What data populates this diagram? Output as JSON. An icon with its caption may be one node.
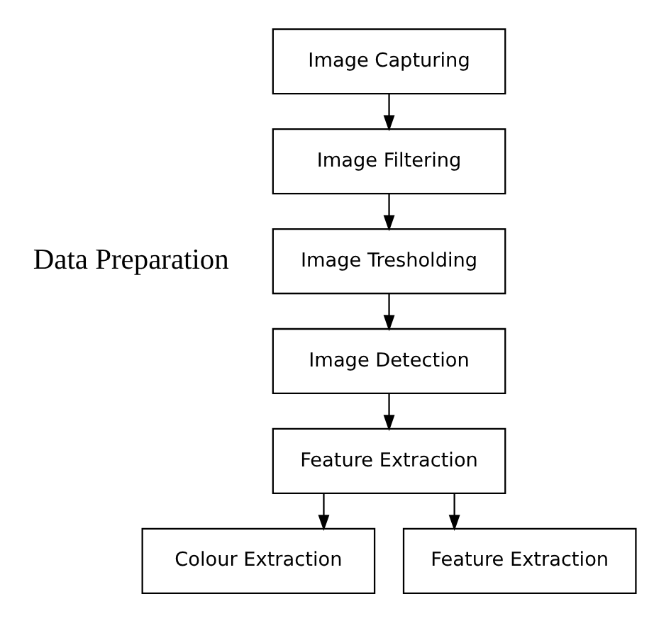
{
  "diagram": {
    "nodes": [
      {
        "text": [
          "Image Capturing"
        ]
      },
      {
        "text": [
          "Image Filtering"
        ]
      },
      {
        "text": [
          "Image Tresholding"
        ]
      },
      {
        "text": [
          "Image Detection"
        ]
      },
      {
        "text": [
          "Feature Extraction"
        ]
      },
      {
        "text": [
          "Colour Extraction"
        ]
      },
      {
        "text": [
          "Feature Extraction"
        ]
      }
    ],
    "edges": [
      {
        "from": 0,
        "to": 1,
        "arrow": "to"
      },
      {
        "from": 1,
        "to": 2,
        "arrow": "to"
      },
      {
        "from": 2,
        "to": 3,
        "arrow": "to"
      },
      {
        "from": 3,
        "to": 4,
        "arrow": "to"
      },
      {
        "from": 4,
        "to": 5,
        "arrow": "to"
      },
      {
        "from": 4,
        "to": 6,
        "arrow": "to"
      }
    ],
    "labels": [
      "Data Preparation"
    ]
  }
}
